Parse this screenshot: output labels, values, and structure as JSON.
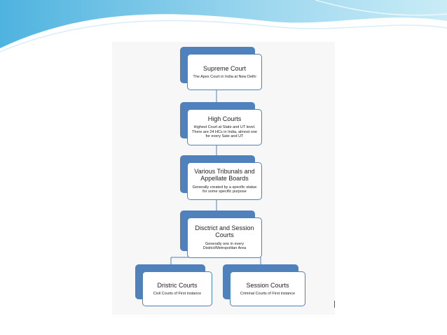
{
  "nodes": {
    "supreme": {
      "title": "Supreme Court",
      "desc": "The Apex Court in India at New Delhi"
    },
    "high": {
      "title": "High Courts",
      "desc": "Highest Court at State and UT level. There are 24 HCs in India, almost one for every Sate and UT"
    },
    "tribunal": {
      "title": "Various Tribunals and Appellate Boards",
      "desc": "Generally created by a specific statue for some specific purpose"
    },
    "district": {
      "title": "Disctrict and Session Courts",
      "desc": "Generally one in every District/Metropolitan Area"
    },
    "dristric": {
      "title": "Dristric Courts",
      "desc": "Civil Courts of First instance"
    },
    "session": {
      "title": "Session Courts",
      "desc": "Criminal Courts of First instance"
    }
  },
  "colors": {
    "box_shadow": "#4f81bd",
    "box_border": "#4f81bd",
    "connector": "#4f81bd",
    "header_wave": "#7fc6e6"
  }
}
